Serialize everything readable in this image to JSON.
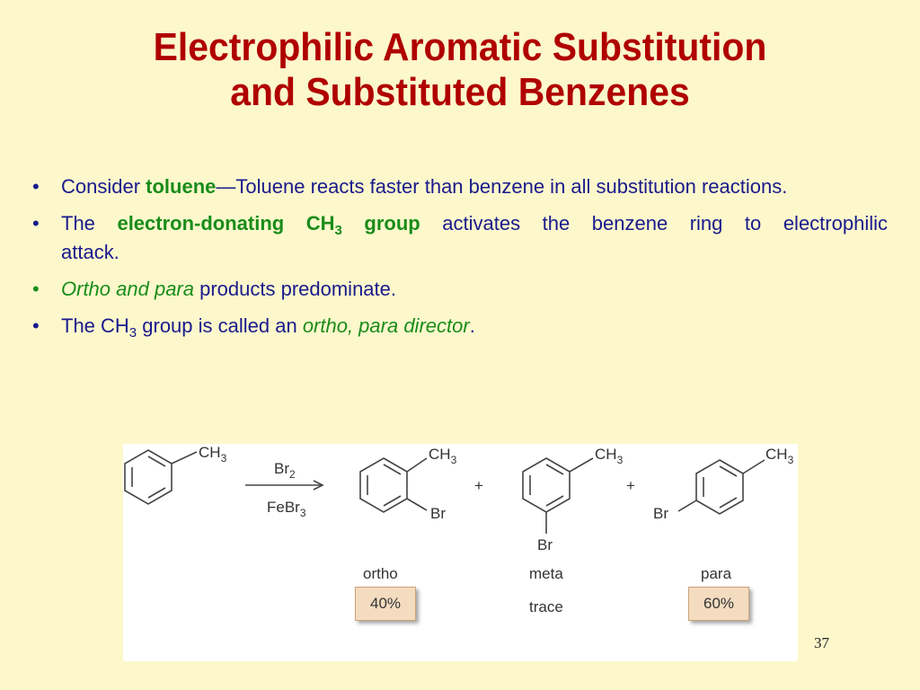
{
  "slide": {
    "title_line1": "Electrophilic Aromatic Substitution",
    "title_line2": "and Substituted Benzenes",
    "page_number": "37"
  },
  "bullets": {
    "b1": {
      "t1": "Consider ",
      "t2": "toluene",
      "t3": "—Toluene reacts faster than benzene in all substitution reactions."
    },
    "b2": {
      "t1": "The ",
      "t2": "electron-donating CH",
      "t2_sub": "3",
      "t3": " group",
      "t4": " activates the benzene ring to electrophilic attack."
    },
    "b3": {
      "t1": "Ortho and para",
      "t2": " products predominate."
    },
    "b4": {
      "t1": "The CH",
      "t1_sub": "3",
      "t2": " group is called an ",
      "t3": "ortho, para director",
      "t4": "."
    }
  },
  "scheme": {
    "ch3": "CH",
    "ch3_sub": "3",
    "br": "Br",
    "reagent_top": "Br",
    "reagent_top_sub": "2",
    "reagent_bottom": "FeBr",
    "reagent_bottom_sub": "3",
    "plus": "+",
    "products": [
      {
        "name": "ortho",
        "yield": "40%"
      },
      {
        "name": "meta",
        "yield": "trace"
      },
      {
        "name": "para",
        "yield": "60%"
      }
    ]
  },
  "colors": {
    "background": "#fcf8cc",
    "title": "#b00000",
    "body_text": "#1a1a8c",
    "highlight": "#1a8c1a",
    "yield_box": "#f4dcc0"
  }
}
